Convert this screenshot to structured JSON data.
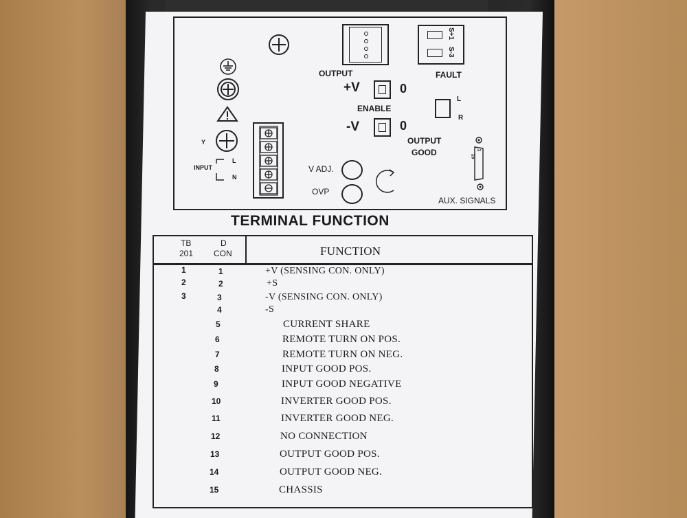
{
  "panel": {
    "output_label": "OUTPUT",
    "fault_label": "FAULT",
    "fault_s_plus": "S+1",
    "fault_s_minus": "S-3",
    "plus_v": "+V",
    "minus_v": "-V",
    "enable_label": "ENABLE",
    "zero_top": "0",
    "zero_bottom": "0",
    "switch_l": "L",
    "switch_r": "R",
    "output_good_line1": "OUTPUT",
    "output_good_line2": "GOOD",
    "v_adj": "V ADJ.",
    "ovp": "OVP",
    "aux_signals": "AUX. SIGNALS",
    "input_label": "INPUT",
    "input_l": "L",
    "input_n": "N",
    "y_label": "Y",
    "dsub_pin_top": "1",
    "dsub_pin_bottom": "15"
  },
  "table": {
    "title": "TERMINAL FUNCTION",
    "headers": {
      "tb_line1": "TB",
      "tb_line2": "201",
      "d_line1": "D",
      "d_line2": "CON",
      "function": "FUNCTION"
    },
    "rows": [
      {
        "tb": "1",
        "d": "1",
        "function": "+V (SENSING CON. ONLY)"
      },
      {
        "tb": "2",
        "d": "2",
        "function": "+S"
      },
      {
        "tb": "3",
        "d": "3",
        "function": "-V (SENSING CON. ONLY)"
      },
      {
        "tb": "",
        "d": "4",
        "function": "-S"
      },
      {
        "tb": "",
        "d": "5",
        "function": "CURRENT SHARE"
      },
      {
        "tb": "",
        "d": "6",
        "function": "REMOTE TURN ON POS."
      },
      {
        "tb": "",
        "d": "7",
        "function": "REMOTE TURN ON NEG."
      },
      {
        "tb": "",
        "d": "8",
        "function": "INPUT GOOD POS."
      },
      {
        "tb": "",
        "d": "9",
        "function": "INPUT GOOD NEGATIVE"
      },
      {
        "tb": "",
        "d": "10",
        "function": "INVERTER GOOD POS."
      },
      {
        "tb": "",
        "d": "11",
        "function": "INVERTER GOOD NEG."
      },
      {
        "tb": "",
        "d": "12",
        "function": "NO CONNECTION"
      },
      {
        "tb": "",
        "d": "13",
        "function": "OUTPUT GOOD POS."
      },
      {
        "tb": "",
        "d": "14",
        "function": "OUTPUT GOOD NEG."
      },
      {
        "tb": "",
        "d": "15",
        "function": "CHASSIS"
      }
    ]
  }
}
